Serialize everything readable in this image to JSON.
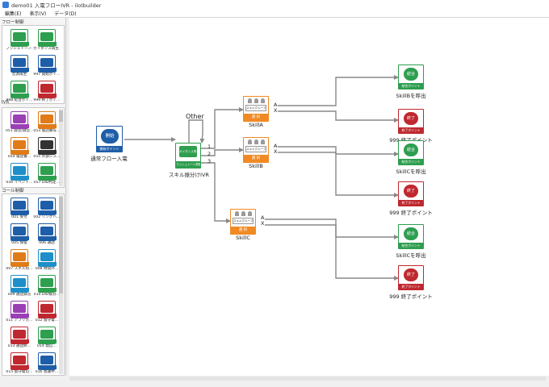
{
  "window": {
    "title": "demo01 入電フローIVR - ilotbuilder"
  },
  "menu": {
    "items": [
      "編集(E)",
      "表示(V)",
      "データ(D)"
    ]
  },
  "palette": {
    "group_flow": "フロー制御",
    "group_ivr": "IVR",
    "group_call": "コール制御",
    "flow_items": [
      {
        "label": "プッシュトーン…",
        "color": "#2e9e4f",
        "text": ""
      },
      {
        "label": "ガイダンス再生…",
        "color": "#2e9e4f",
        "text": ""
      },
      {
        "label": "音源再生",
        "color": "#1e5ea8",
        "text": ""
      },
      {
        "label": "997 開始ポイ…",
        "color": "#1e5ea8",
        "text": ""
      },
      {
        "label": "998 結合ポイ…",
        "color": "#2e9e4f",
        "text": ""
      },
      {
        "label": "999 終了ポイ…",
        "color": "#c0282f",
        "text": ""
      }
    ],
    "ivr_items": [
      {
        "label": "051 録音/録音…",
        "color": "#9b3fb5",
        "text": ""
      },
      {
        "label": "053 電話番号…",
        "color": "#e07b1a",
        "text": ""
      },
      {
        "label": "054 電話番…",
        "color": "#e07b1a",
        "text": ""
      },
      {
        "label": "055 外部シス…",
        "color": "#333333",
        "text": ""
      },
      {
        "label": "056 イベント…",
        "color": "#1e8fc8",
        "text": ""
      },
      {
        "label": "057 DID判定…",
        "color": "#2e9e4f",
        "text": ""
      }
    ],
    "call_items": [
      {
        "label": "001 受付",
        "color": "#1e5ea8",
        "text": ""
      },
      {
        "label": "002 リングバ…",
        "color": "#1e5ea8",
        "text": ""
      },
      {
        "label": "005 保留",
        "color": "#1e5ea8",
        "text": ""
      },
      {
        "label": "006 通話",
        "color": "#1e5ea8",
        "text": ""
      },
      {
        "label": "007 スキル別…",
        "color": "#e07b1a",
        "text": ""
      },
      {
        "label": "008 時間外…",
        "color": "#1e8fc8",
        "text": ""
      },
      {
        "label": "009 通話録音",
        "color": "#1e8fc8",
        "text": ""
      },
      {
        "label": "010 DID振分…",
        "color": "#2e9e4f",
        "text": ""
      },
      {
        "label": "011 アフリカ…",
        "color": "#9b3fb5",
        "text": ""
      },
      {
        "label": "012 留守電…",
        "color": "#c0282f",
        "text": ""
      },
      {
        "label": "013 通話終…",
        "color": "#c0282f",
        "text": ""
      },
      {
        "label": "014 発信…",
        "color": "#2e9e4f",
        "text": ""
      },
      {
        "label": "015 留守電切…",
        "color": "#c0282f",
        "text": ""
      },
      {
        "label": "016 会議中…",
        "color": "#1e5ea8",
        "text": ""
      }
    ]
  },
  "flow": {
    "start": {
      "icon_text": "開始",
      "band_text": "開始ポイント",
      "label": "通常フロー入電"
    },
    "ivr": {
      "icon_text": "ガイダンス再生",
      "band_text": "プッシュトーン振替",
      "label": "スキル振分けIVR",
      "other_label": "Other",
      "ports": [
        "1",
        "2",
        "3"
      ]
    },
    "skills": [
      {
        "name": "SkillA",
        "icon_text": "スキルグループ",
        "band_text": "選 択",
        "ports": [
          "A",
          "X"
        ]
      },
      {
        "name": "SkillB",
        "icon_text": "スキルグループ",
        "band_text": "選 択",
        "ports": [
          "A",
          "X"
        ]
      },
      {
        "name": "SkillC",
        "icon_text": "スキルグループ",
        "band_text": "選 択",
        "ports": [
          "A",
          "X"
        ]
      }
    ],
    "ends": [
      {
        "kind": "join",
        "icon_text": "結合",
        "band_text": "結合ポイント",
        "label": "SkillBを呼出"
      },
      {
        "kind": "end",
        "icon_text": "終了",
        "band_text": "終了ポイント",
        "label": "999 終了ポイント"
      },
      {
        "kind": "join",
        "icon_text": "結合",
        "band_text": "結合ポイント",
        "label": "SkillCを呼出"
      },
      {
        "kind": "end",
        "icon_text": "終了",
        "band_text": "終了ポイント",
        "label": "999 終了ポイント"
      },
      {
        "kind": "join",
        "icon_text": "結合",
        "band_text": "結合ポイント",
        "label": "SkillCを呼出"
      },
      {
        "kind": "end",
        "icon_text": "終了",
        "band_text": "終了ポイント",
        "label": "999 終了ポイント"
      }
    ]
  },
  "colors": {
    "blue": "#1e5ea8",
    "green": "#2e9e4f",
    "red": "#c0282f",
    "orange": "#f08a24",
    "connector": "#888888"
  }
}
